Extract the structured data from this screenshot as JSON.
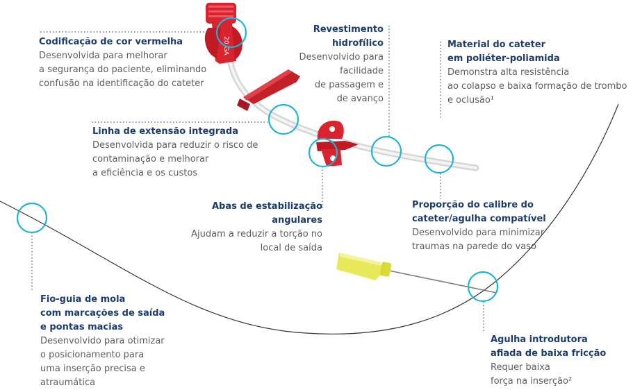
{
  "colors": {
    "accent_ring": "#1fb3d5",
    "title_text": "#1d3c6e",
    "body_text": "#5d5d5d",
    "hub_red": "#d9232e",
    "needle_yellow": "#e7e85a",
    "guidewire": "#333333",
    "leader_dots": "#555555"
  },
  "callouts": {
    "red_color": {
      "title": "Codificação de cor vermelha",
      "desc": "Desenvolvida para melhorar\na segurança do paciente, eliminando\nconfusão na identificação do cateter"
    },
    "hydrophilic": {
      "title": "Revestimento\nhidrofílico",
      "desc": "Desenvolvido para\nfacilidade\nde passagem e\nde avanço"
    },
    "material": {
      "title": "Material do cateter\nem poliéter-poliamida",
      "desc": "Demonstra alta resistência\nao colapso e baixa formação de trombo\ne oclusão¹"
    },
    "extension": {
      "title": "Linha de extensão integrada",
      "desc": "Desenvolvida para reduzir o risco de\ncontaminação e melhorar\na eficiência e os custos"
    },
    "wings": {
      "title": "Abas de estabilização\nangulares",
      "desc": "Ajudam a reduzir a torção no\nlocal de saída"
    },
    "gauge": {
      "title": "Proporção do calibre do\ncateter/agulha compatível",
      "desc": "Desenvolvido para minimizar\ntraumas na parede do vaso"
    },
    "guidewire": {
      "title": "Fio-guia de mola\ncom marcações de saída\ne pontas macias",
      "desc": "Desenvolvido para otimizar\no posicionamento para\numa inserção precisa e\natraumática"
    },
    "needle": {
      "title": "Agulha introdutora\nafiada de baixa fricção",
      "desc": "Requer baixa\nforça na inserção²"
    }
  },
  "hub_label": "20 GA"
}
